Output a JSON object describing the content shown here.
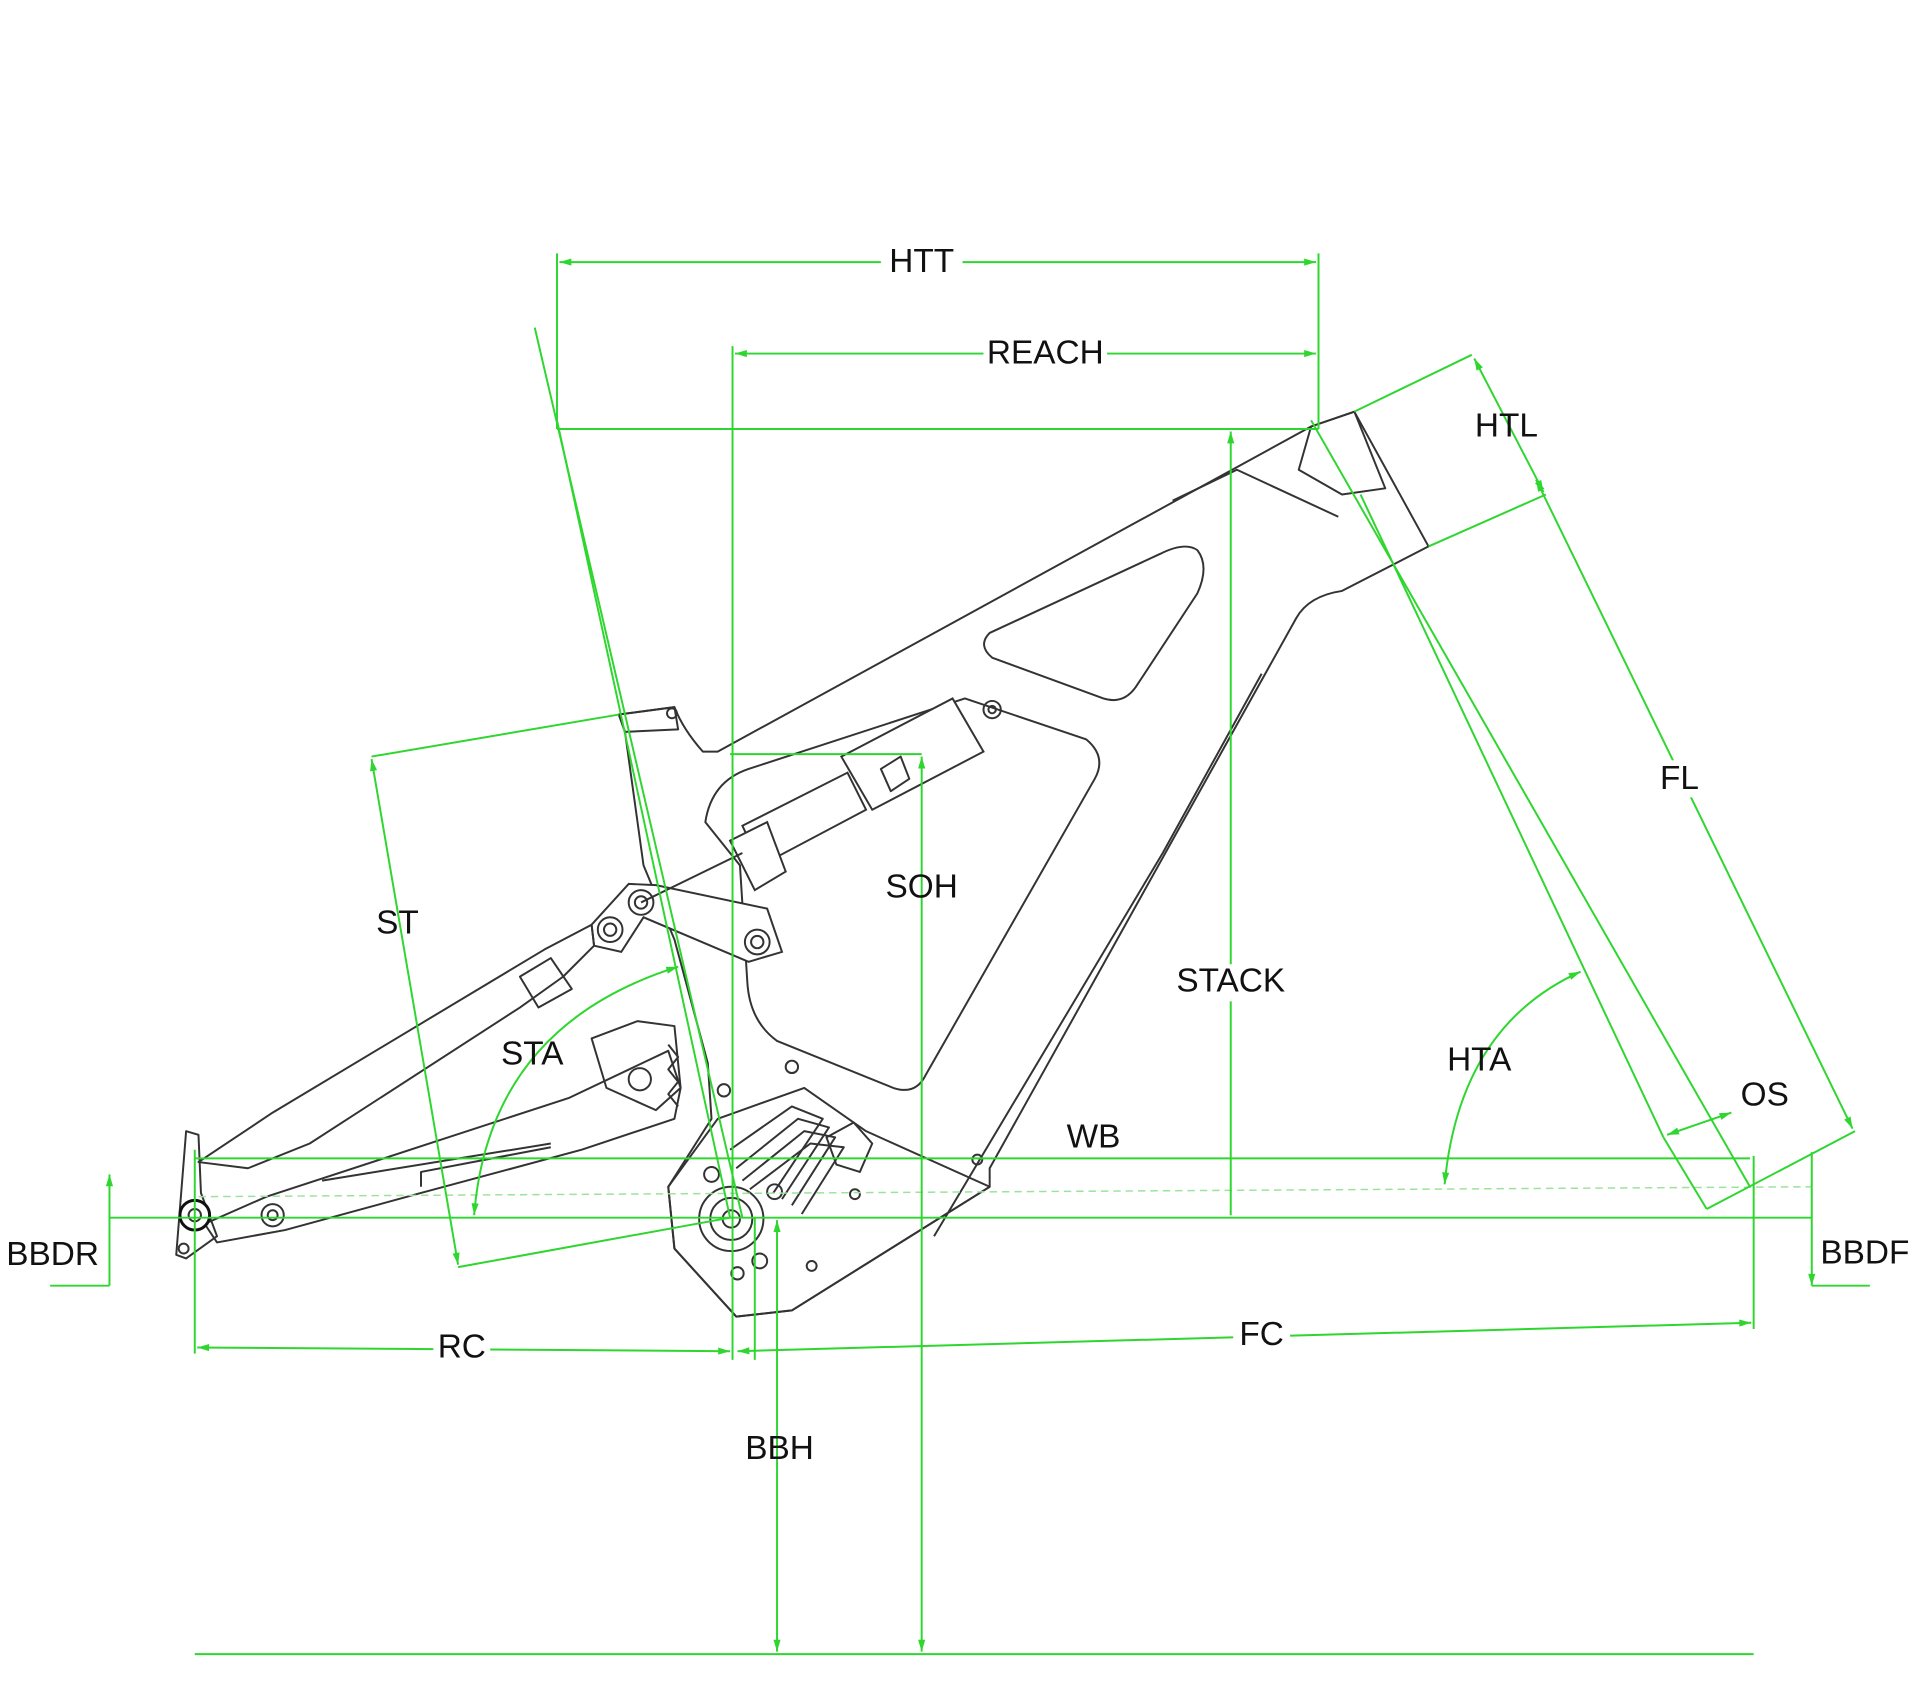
{
  "diagram": {
    "colors": {
      "dimension": "#2fd62f",
      "frame": "#333333"
    },
    "labels": {
      "htt": "HTT",
      "reach": "REACH",
      "htl": "HTL",
      "fl": "FL",
      "st": "ST",
      "soh": "SOH",
      "stack": "STACK",
      "sta": "STA",
      "hta": "HTA",
      "os": "OS",
      "wb": "WB",
      "bbdr": "BBDR",
      "bbdf": "BBDF",
      "rc": "RC",
      "fc": "FC",
      "bbh": "BBH"
    }
  }
}
